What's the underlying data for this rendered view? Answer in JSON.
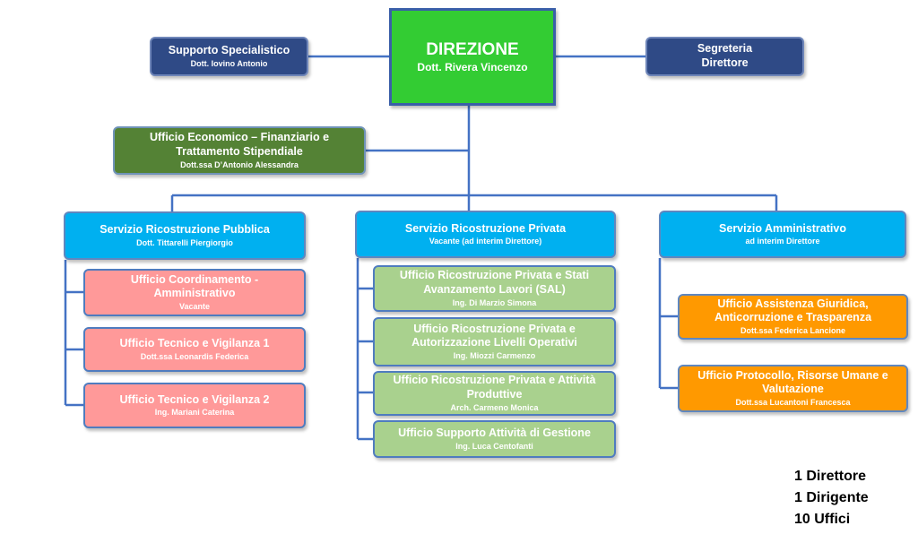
{
  "direzione": {
    "title": "DIREZIONE",
    "name": "Dott. Rivera Vincenzo"
  },
  "supporto": {
    "title": "Supporto Specialistico",
    "name": "Dott. Iovino Antonio"
  },
  "segreteria": {
    "line1": "Segreteria",
    "line2": "Direttore"
  },
  "economico": {
    "line1": "Ufficio Economico – Finanziario e",
    "line2": "Trattamento Stipendiale",
    "name": "Dott.ssa D’Antonio Alessandra"
  },
  "servizi": [
    {
      "title": "Servizio Ricostruzione Pubblica",
      "name": "Dott. Tittarelli Piergiorgio",
      "uffici": [
        {
          "line1": "Ufficio Coordinamento -",
          "line2": "Amministrativo",
          "name": "Vacante"
        },
        {
          "line1": "Ufficio Tecnico e Vigilanza 1",
          "line2": "",
          "name": "Dott.ssa Leonardis Federica"
        },
        {
          "line1": "Ufficio Tecnico e Vigilanza 2",
          "line2": "",
          "name": "Ing. Mariani Caterina"
        }
      ]
    },
    {
      "title": "Servizio Ricostruzione Privata",
      "name": "Vacante (ad interim Direttore)",
      "uffici": [
        {
          "line1": "Ufficio Ricostruzione Privata e Stati",
          "line2": "Avanzamento Lavori (SAL)",
          "name": "Ing. Di Marzio Simona"
        },
        {
          "line1": "Ufficio Ricostruzione Privata e",
          "line2": "Autorizzazione Livelli Operativi",
          "name": "Ing. Miozzi Carmenzo"
        },
        {
          "line1": "Ufficio Ricostruzione Privata e Attività",
          "line2": "Produttive",
          "name": "Arch. Carmeno Monica"
        },
        {
          "line1": "Ufficio Supporto Attività  di Gestione",
          "line2": "",
          "name": "Ing. Luca Centofanti"
        }
      ]
    },
    {
      "title": "Servizio Amministrativo",
      "name": "ad interim Direttore",
      "uffici": [
        {
          "line1": "Ufficio Assistenza Giuridica,",
          "line2": "Anticorruzione e Trasparenza",
          "name": "Dott.ssa Federica Lancione"
        },
        {
          "line1": "Ufficio Protocollo, Risorse Umane e",
          "line2": "Valutazione",
          "name": "Dott.ssa Lucantoni Francesca"
        }
      ]
    }
  ],
  "summary": [
    "1 Direttore",
    "1 Dirigente",
    "10 Uffici"
  ],
  "colors": {
    "direzione": "#33cc33",
    "staff": "#2f4a86",
    "economico": "#548235",
    "servizio": "#00b0f0",
    "pubblica_uffici": "#ff9999",
    "privata_uffici": "#a9d18e",
    "amministrativo_uffici": "#ff9900",
    "connector": "#4472c4"
  }
}
